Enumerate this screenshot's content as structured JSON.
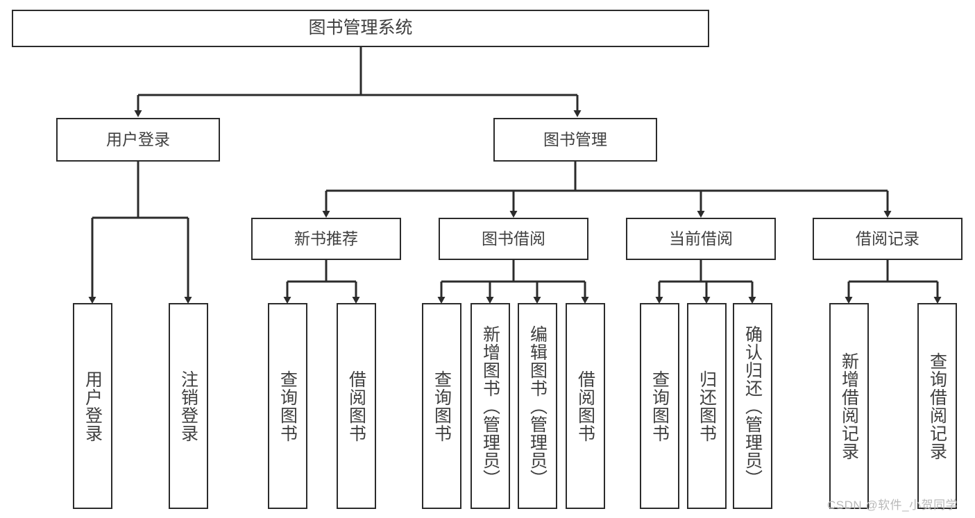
{
  "diagram": {
    "title": "图书管理系统",
    "type": "tree-hierarchy-chart",
    "root": {
      "id": "root",
      "label": "图书管理系统"
    },
    "level2": [
      {
        "id": "user-login",
        "label": "用户登录"
      },
      {
        "id": "book-management",
        "label": "图书管理"
      }
    ],
    "level3": [
      {
        "id": "new-book-recommend",
        "label": "新书推荐"
      },
      {
        "id": "book-borrow",
        "label": "图书借阅"
      },
      {
        "id": "current-borrow",
        "label": "当前借阅"
      },
      {
        "id": "borrow-record",
        "label": "借阅记录"
      }
    ],
    "leaves": {
      "user_login": [
        {
          "id": "leaf-user-login",
          "label": "用户登录"
        },
        {
          "id": "leaf-logout-login",
          "label": "注销登录"
        }
      ],
      "new_book_recommend": [
        {
          "id": "leaf-query-book-1",
          "label": "查询图书"
        },
        {
          "id": "leaf-borrow-book-1",
          "label": "借阅图书"
        }
      ],
      "book_borrow": [
        {
          "id": "leaf-query-book-2",
          "label": "查询图书"
        },
        {
          "id": "leaf-add-book",
          "label": "新增图书（管理员）"
        },
        {
          "id": "leaf-edit-book",
          "label": "编辑图书（管理员）"
        },
        {
          "id": "leaf-borrow-book-2",
          "label": "借阅图书"
        }
      ],
      "current_borrow": [
        {
          "id": "leaf-query-book-3",
          "label": "查询图书"
        },
        {
          "id": "leaf-return-book",
          "label": "归还图书"
        },
        {
          "id": "leaf-confirm-return",
          "label": "确认归还（管理员）"
        }
      ],
      "borrow_record": [
        {
          "id": "leaf-add-borrow-record",
          "label": "新增借阅记录"
        },
        {
          "id": "leaf-query-borrow-record",
          "label": "查询借阅记录"
        }
      ]
    },
    "colors": {
      "stroke": "#2b2b2b",
      "text": "#3f3f3f",
      "background": "#ffffff",
      "watermark": "#b9b9b9"
    }
  },
  "watermark": {
    "text": "CSDN @软件_小贺同学"
  }
}
